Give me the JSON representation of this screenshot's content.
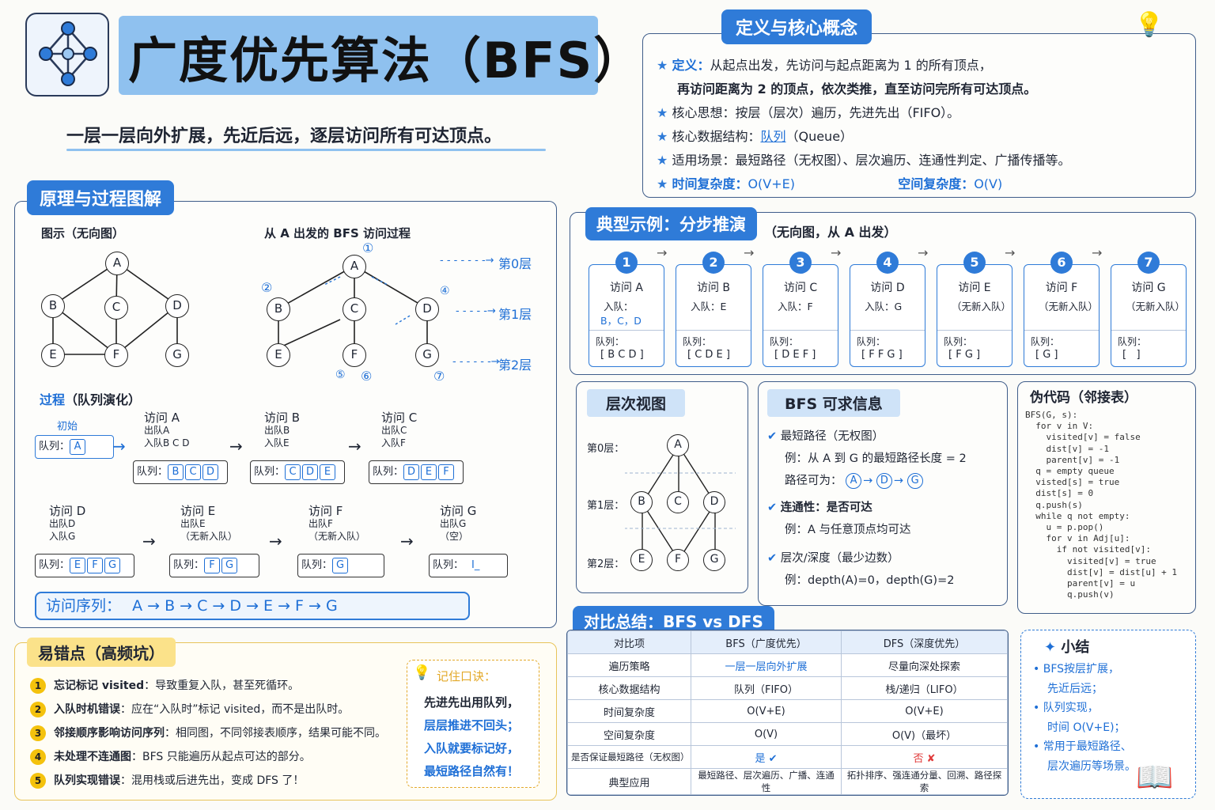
{
  "header": {
    "title": "广度优先算法（BFS）",
    "subtitle": "一层一层向外扩展，先近后远，逐层访问所有可达顶点。"
  },
  "definition": {
    "tab": "定义与核心概念",
    "def_label": "定义：",
    "def_line1": "从起点出发，先访问与起点距离为 1 的所有顶点，",
    "def_line2": "再访问距离为 2 的顶点，依次类推，直至访问完所有可达顶点。",
    "idea": "核心思想：按层（层次）遍历，先进先出（FIFO）。",
    "ds_label": "核心数据结构：",
    "ds_value": "队列",
    "ds_suffix": "（Queue）",
    "scene": "适用场景：最短路径（无权图）、层次遍历、连通性判定、广播传播等。",
    "time_label": "时间复杂度：",
    "time_value": "O(V+E)",
    "space_label": "空间复杂度：",
    "space_value": "O(V)"
  },
  "principle": {
    "tab": "原理与过程图解",
    "graph_label": "图示（无向图）",
    "bfs_label": "从 A 出发的 BFS 访问过程",
    "nodes": [
      "A",
      "B",
      "C",
      "D",
      "E",
      "F",
      "G"
    ],
    "order_marks": [
      "①",
      "②",
      "④",
      "⑤",
      "⑥",
      "⑦"
    ],
    "levels": [
      "第0层",
      "第1层",
      "第2层"
    ],
    "process_label": "过程",
    "process_suffix": "（队列演化）",
    "init_label": "初始",
    "queue_label": "队列：",
    "steps": [
      {
        "title": "访问 A",
        "out": "出队A",
        "in": "入队B C D",
        "queue": [
          "B",
          "C",
          "D"
        ]
      },
      {
        "title": "访问 B",
        "out": "出队B",
        "in": "入队E",
        "queue": [
          "C",
          "D",
          "E"
        ]
      },
      {
        "title": "访问 C",
        "out": "出队C",
        "in": "入队F",
        "queue": [
          "D",
          "E",
          "F"
        ]
      },
      {
        "title": "访问 D",
        "out": "出队D",
        "in": "入队G",
        "queue": [
          "E",
          "F",
          "G"
        ]
      },
      {
        "title": "访问 E",
        "out": "出队E",
        "in": "（无新入队）",
        "queue": [
          "F",
          "G"
        ]
      },
      {
        "title": "访问 F",
        "out": "出队F",
        "in": "（无新入队）",
        "queue": [
          "G"
        ]
      },
      {
        "title": "访问 G",
        "out": "出队G",
        "in": "（空）",
        "queue": []
      }
    ],
    "init_queue": [
      "A"
    ],
    "sequence_label": "访问序列：",
    "sequence": [
      "A",
      "B",
      "C",
      "D",
      "E",
      "F",
      "G"
    ]
  },
  "example": {
    "tab": "典型示例：分步推演",
    "tab_suffix": "（无向图，从 A 出发）",
    "queue_label": "队列：",
    "steps": [
      {
        "num": "1",
        "title": "访问 A",
        "line1": "入队：",
        "line2": "B，C，D",
        "queue": "[ B C D ]"
      },
      {
        "num": "2",
        "title": "访问 B",
        "line1": "入队：E",
        "line2": "",
        "queue": "[ C D E ]"
      },
      {
        "num": "3",
        "title": "访问 C",
        "line1": "入队：F",
        "line2": "",
        "queue": "[ D E F ]"
      },
      {
        "num": "4",
        "title": "访问 D",
        "line1": "入队：G",
        "line2": "",
        "queue": "[ F F G ]"
      },
      {
        "num": "5",
        "title": "访问 E",
        "line1": "（无新入队）",
        "line2": "",
        "queue": "[ F G ]"
      },
      {
        "num": "6",
        "title": "访问 F",
        "line1": "（无新入队）",
        "line2": "",
        "queue": "[ G ]"
      },
      {
        "num": "7",
        "title": "访问 G",
        "line1": "（无新入队）",
        "line2": "",
        "queue": "[   ]"
      }
    ]
  },
  "levelview": {
    "title": "层次视图",
    "levels": [
      "第0层：",
      "第1层：",
      "第2层："
    ]
  },
  "info": {
    "title": "BFS 可求信息",
    "items": [
      {
        "head": "最短路径（无权图）",
        "line1": "例：从 A 到 G 的最短路径长度 = 2",
        "line2": "路径可为："
      },
      {
        "head": "连通性：是否可达",
        "line1": "例：A 与任意顶点均可达",
        "line2": ""
      },
      {
        "head": "层次/深度（最少边数）",
        "line1": "例：depth(A)=0，depth(G)=2",
        "line2": ""
      }
    ],
    "path": [
      "A",
      "D",
      "G"
    ]
  },
  "pseudo": {
    "title": "伪代码（邻接表）",
    "code": "BFS(G, s):\n  for v in V:\n    visited[v] = false\n    dist[v] = -1\n    parent[v] = -1\n  q = empty queue\n  visted[s] = true\n  dist[s] = 0\n  q.push(s)\n  while q not empty:\n    u = p.pop()\n    for v in Adj[u]:\n      if not visited[v]:\n        visited[v] = true\n        dist[v] = dist[u] + 1\n        parent[v] = u\n        q.push(v)"
  },
  "compare": {
    "tab": "对比总结：BFS vs DFS",
    "headers": [
      "对比项",
      "BFS（广度优先）",
      "DFS（深度优先）"
    ],
    "rows": [
      [
        "遍历策略",
        "一层一层向外扩展",
        "尽量向深处探索"
      ],
      [
        "核心数据结构",
        "队列（FIFO）",
        "栈/递归（LIFO）"
      ],
      [
        "时间复杂度",
        "O(V+E)",
        "O(V+E)"
      ],
      [
        "空间复杂度",
        "O(V)",
        "O(V)（最坏）"
      ],
      [
        "是否保证最短路径（无权图）",
        "是 ✔",
        "否 ✘"
      ],
      [
        "典型应用",
        "最短路径、层次遍历、广播、连通性",
        "拓扑排序、强连通分量、回溯、路径探索"
      ]
    ]
  },
  "mistakes": {
    "title": "易错点（高频坑）",
    "items": [
      {
        "num": "1",
        "head": "忘记标记 visited",
        "text": "：导致重复入队，甚至死循环。"
      },
      {
        "num": "2",
        "head": "入队时机错误",
        "text": "：应在“入队时”标记 visited，而不是出队时。"
      },
      {
        "num": "3",
        "head": "邻接顺序影响访问序列",
        "text": "：相同图，不同邻接表顺序，结果可能不同。"
      },
      {
        "num": "4",
        "head": "未处理不连通图",
        "text": "：BFS 只能遍历从起点可达的部分。"
      },
      {
        "num": "5",
        "head": "队列实现错误",
        "text": "：混用栈或后进先出，变成 DFS 了！"
      }
    ],
    "tip_title": "记住口诀：",
    "tip_lines": [
      "先进先出用队列，",
      "层层推进不回头；",
      "入队就要标记好，",
      "最短路径自然有！"
    ]
  },
  "summary": {
    "title": "小结",
    "items": [
      {
        "l1": "BFS按层扩展，",
        "l2": "先近后远；"
      },
      {
        "l1": "队列实现，",
        "l2": "时间 O(V+E)；"
      },
      {
        "l1": "常用于最短路径、",
        "l2": "层次遍历等场景。"
      }
    ]
  },
  "colors": {
    "accent": "#2f7bd8",
    "highlight": "#8fc1ef",
    "warn": "#f4c20d",
    "red": "#e03a3a"
  }
}
